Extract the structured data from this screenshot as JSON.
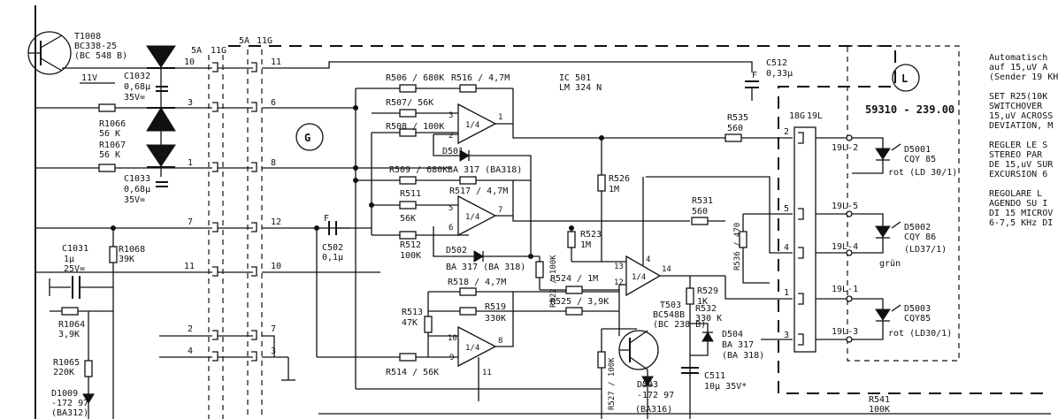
{
  "connectors": {
    "j5a_left": "5A",
    "j11g_left": "11G",
    "j5a_right": "5A",
    "j11g_right": "11G",
    "j18g": "18G",
    "j19l": "19L",
    "pins_left": [
      "10",
      "3",
      "1",
      "7",
      "11",
      "2",
      "4"
    ],
    "pins_right": [
      "11",
      "6",
      "8",
      "12",
      "10",
      "7",
      "3"
    ],
    "pins_18g": [
      "2",
      "5",
      "4",
      "1",
      "3"
    ],
    "pins_19l": [
      "19L-2",
      "19L-5",
      "19L-4",
      "19L-1",
      "19L-3"
    ]
  },
  "modules": {
    "g_label": "G",
    "l_label": "L",
    "l_part": "59310 - 239.00"
  },
  "parts": {
    "t1008": [
      "T1008",
      "BC338-25",
      "(BC 548 B)"
    ],
    "net_11v": "11V",
    "c1032": [
      "C1032",
      "0,68µ",
      "35V="
    ],
    "r1066": [
      "R1066",
      "56 K"
    ],
    "r1067": [
      "R1067",
      "56 K"
    ],
    "c1033": [
      "C1033",
      "0,68µ",
      "35V="
    ],
    "c1031": [
      "C1031",
      "1µ",
      "25V="
    ],
    "r1068": [
      "R1068",
      "39K"
    ],
    "r1064": [
      "R1064",
      "3,9K"
    ],
    "r1065": [
      "R1065",
      "220K"
    ],
    "d1009": [
      "D1009",
      "-172 97",
      "(BA312)"
    ],
    "c502": [
      "F",
      "C502",
      "0,1µ"
    ],
    "r506": "R506 / 680K",
    "r507": "R507/ 56K",
    "r516": "R516 / 4,7M",
    "r508": "R508 / 100K",
    "d501": [
      "D501",
      "BA 317 (BA318)"
    ],
    "r509": "R509 / 680K",
    "r511": [
      "R511",
      "56K"
    ],
    "r517": "R517 / 4,7M",
    "r512": [
      "R512",
      "100K"
    ],
    "d502": [
      "D502",
      "BA 317 (BA 318)"
    ],
    "r518": "R518 / 4,7M",
    "r519": [
      "R519",
      "330K"
    ],
    "r513": [
      "R513",
      "47K"
    ],
    "r514": "R514 / 56K",
    "r522": "R522 / 100K",
    "ic501": [
      "IC 501",
      "LM 324 N"
    ],
    "c512": [
      "F",
      "C512",
      "0,33µ"
    ],
    "r535": [
      "R535",
      "560"
    ],
    "r526": [
      "R526",
      "1M"
    ],
    "r531": [
      "R531",
      "560"
    ],
    "r536": "R536 / 470",
    "r523": [
      "R523",
      "1M"
    ],
    "r524": "R524 / 1M",
    "r525": "R525 / 3,9K",
    "r529": [
      "R529",
      "1K"
    ],
    "r532": [
      "R532",
      "330 K"
    ],
    "d504": [
      "D504",
      "BA 317",
      "(BA 318)"
    ],
    "t503": [
      "T503",
      "BC548B",
      "(BC 238 B)"
    ],
    "r527": "R527 / 100K",
    "d503": [
      "D503",
      "-172 97",
      "(BA316)"
    ],
    "c511": [
      "C511",
      "10µ 35V*"
    ],
    "r541": [
      "R541",
      "100K"
    ],
    "d5001": [
      "D5001",
      "CQY 85",
      "rot (LD 30/1)"
    ],
    "d5002": [
      "D5002",
      "CQY 86",
      "(LD37/1)",
      "grün"
    ],
    "d5003": [
      "D5003",
      "CQY85",
      "rot (LD30/1)"
    ]
  },
  "opamps": {
    "a": {
      "frac": "1/4",
      "in_neg": "3",
      "in_pos": "2",
      "out": "1"
    },
    "b": {
      "frac": "1/4",
      "in_neg": "5",
      "in_pos": "6",
      "out": "7"
    },
    "c": {
      "frac": "1/4",
      "in_neg": "13",
      "in_pos": "12",
      "out": "14",
      "pwr": "4"
    },
    "d": {
      "frac": "1/4",
      "in_neg": "10",
      "in_pos": "9",
      "out": "8",
      "pwr": "11"
    }
  },
  "side_text": "Automatisch\nauf 15,uV A\n(Sender 19 KH\n\nSET R25(10K\nSWITCHOVER\n15,uV ACROSS\nDEVIATION, M\n\nREGLER LE S\nSTEREO PAR\nDE 15,uV SUR\nEXCURSION 6\n\nREGOLARE L\nAGENDO SU I\nDI 15 MICROV\n6-7,5 KHz DI"
}
